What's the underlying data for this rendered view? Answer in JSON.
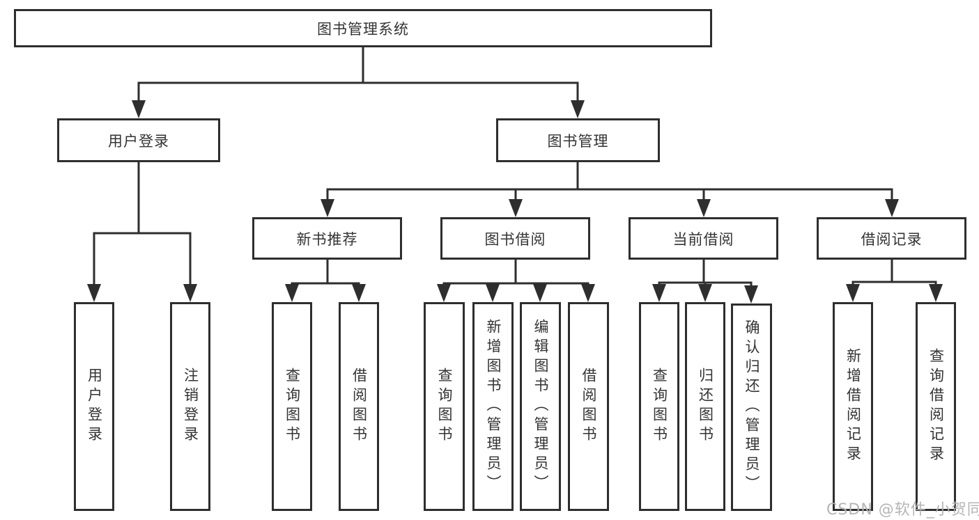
{
  "tree": {
    "root": {
      "label": "图书管理系统"
    },
    "branches": [
      {
        "label": "用户登录",
        "children": [
          {
            "label": "用户登录"
          },
          {
            "label": "注销登录"
          }
        ]
      },
      {
        "label": "图书管理",
        "children": [
          {
            "label": "新书推荐",
            "children": [
              {
                "label": "查询图书"
              },
              {
                "label": "借阅图书"
              }
            ]
          },
          {
            "label": "图书借阅",
            "children": [
              {
                "label": "查询图书"
              },
              {
                "label": "新增图书（管理员）"
              },
              {
                "label": "编辑图书（管理员）"
              },
              {
                "label": "借阅图书"
              }
            ]
          },
          {
            "label": "当前借阅",
            "children": [
              {
                "label": "查询图书"
              },
              {
                "label": "归还图书"
              },
              {
                "label": "确认归还（管理员）"
              }
            ]
          },
          {
            "label": "借阅记录",
            "children": [
              {
                "label": "新增借阅记录"
              },
              {
                "label": "查询借阅记录"
              }
            ]
          }
        ]
      }
    ]
  },
  "watermark": "CSDN @软件_小贺同学",
  "colors": {
    "line": "#2e2e2e",
    "box_border": "#2e2e2e",
    "text": "#333333",
    "watermark": "#b1b1b1",
    "background": "#ffffff"
  }
}
